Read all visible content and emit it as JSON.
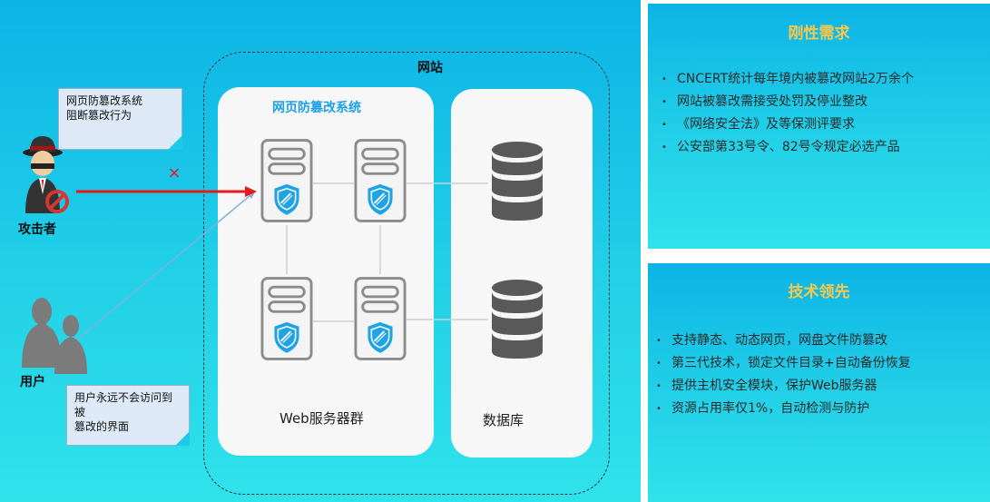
{
  "diagram": {
    "website_label": "网站",
    "waf_label": "网页防篡改系统",
    "web_cluster_label": "Web服务器群",
    "database_label": "数据库",
    "attacker_label": "攻击者",
    "user_label": "用户",
    "attacker_note": [
      "网页防篡改系统",
      "阻断篡改行为"
    ],
    "user_note": [
      "用户永远不会访问到被",
      "篡改的界面"
    ],
    "blocked_mark": "×"
  },
  "requirements": {
    "title": "刚性需求",
    "items": [
      "CNCERT统计每年境内被篡改网站2万余个",
      "网站被篡改需接受处罚及停业整改",
      "《网络安全法》及等保测评要求",
      "公安部第33号令、82号令规定必选产品"
    ]
  },
  "advantages": {
    "title": "技术领先",
    "items": [
      "支持静态、动态网页，网盘文件防篡改",
      "第三代技术，锁定文件目录+自动备份恢复",
      "提供主机安全模块，保护Web服务器",
      "资源占用率仅1%，自动检测与防护"
    ]
  },
  "colors": {
    "panel_gradient_top": "#0cb4e6",
    "panel_gradient_bottom": "#2fe2ea",
    "accent_blue": "#1da0e8",
    "title_gold": "#f6c84c",
    "attack_red": "#e8191a"
  }
}
